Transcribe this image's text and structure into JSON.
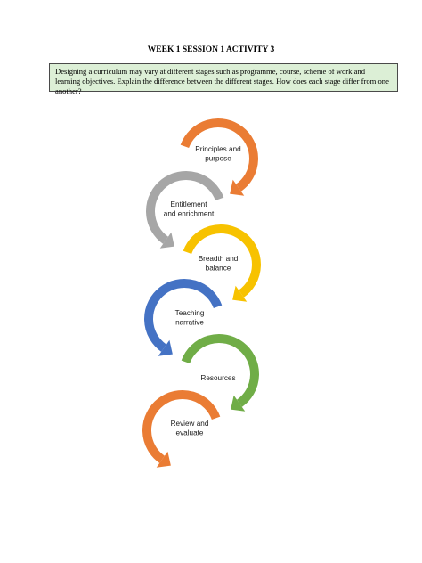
{
  "title": "WEEK 1 SESSION 1 ACTIVITY 3",
  "prompt": "Designing a curriculum may vary at different stages such as programme, course, scheme of work and learning objectives. Explain the difference between the different stages. How does each stage differ from one another?",
  "stages": [
    {
      "lines": [
        "Principles and",
        "purpose"
      ],
      "color": "#ea7c34"
    },
    {
      "lines": [
        "Entitlement",
        "and enrichment"
      ],
      "color": "#a6a6a6"
    },
    {
      "lines": [
        "Breadth and",
        "balance"
      ],
      "color": "#f7c200"
    },
    {
      "lines": [
        "Teaching",
        "narrative"
      ],
      "color": "#4472c4"
    },
    {
      "lines": [
        "Resources"
      ],
      "color": "#70ad47"
    },
    {
      "lines": [
        "Review and",
        "evaluate"
      ],
      "color": "#ea7c34"
    }
  ]
}
